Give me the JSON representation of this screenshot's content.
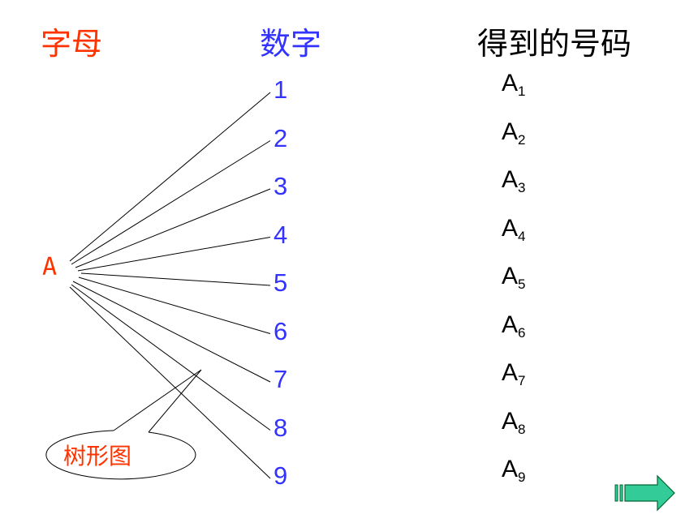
{
  "headers": {
    "letter": "字母",
    "digit": "数字",
    "result": "得到的号码"
  },
  "root_letter": "A",
  "digits": [
    "1",
    "2",
    "3",
    "4",
    "5",
    "6",
    "7",
    "8",
    "9"
  ],
  "results": [
    {
      "letter": "A",
      "sub": "1"
    },
    {
      "letter": "A",
      "sub": "2"
    },
    {
      "letter": "A",
      "sub": "3"
    },
    {
      "letter": "A",
      "sub": "4"
    },
    {
      "letter": "A",
      "sub": "5"
    },
    {
      "letter": "A",
      "sub": "6"
    },
    {
      "letter": "A",
      "sub": "7"
    },
    {
      "letter": "A",
      "sub": "8"
    },
    {
      "letter": "A",
      "sub": "9"
    }
  ],
  "callout": "树形图",
  "colors": {
    "letter": "#ff3300",
    "digit": "#3333ff",
    "arrow_fill": "#33cc99"
  },
  "icons": {
    "next": "right-arrow-icon"
  }
}
